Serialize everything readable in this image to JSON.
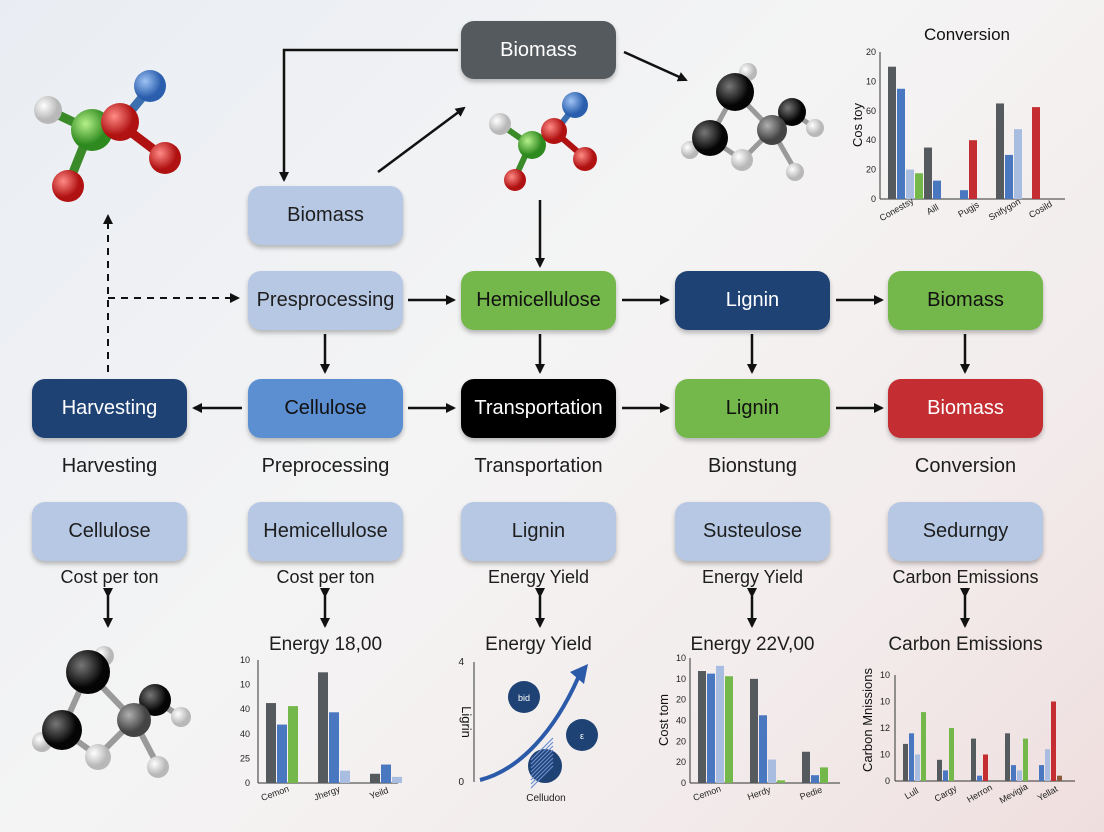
{
  "top_box": {
    "label": "Biomass",
    "color": "#555a5e"
  },
  "row1": [
    {
      "label": "Biomass",
      "color": "#b7c8e4"
    }
  ],
  "row2": [
    {
      "label": "Presprocessing",
      "color": "#b7c8e4"
    },
    {
      "label": "Hemicellulose",
      "color": "#74b74a"
    },
    {
      "label": "Lignin",
      "color": "#1f4275"
    },
    {
      "label": "Biomass",
      "color": "#74b74a"
    }
  ],
  "row3": [
    {
      "label": "Harvesting",
      "color": "#1f4275"
    },
    {
      "label": "Cellulose",
      "color": "#5b8fd2"
    },
    {
      "label": "Transportation",
      "color": "#000000"
    },
    {
      "label": "Lignin",
      "color": "#74b74a"
    },
    {
      "label": "Biomass",
      "color": "#c42d31"
    }
  ],
  "stage_labels": [
    "Harvesting",
    "Preprocessing",
    "Transportation",
    "Bionstung",
    "Conversion"
  ],
  "row4": [
    "Cellulose",
    "Hemicellulose",
    "Lignin",
    "Susteulose",
    "Sedurngy"
  ],
  "metric_labels": [
    "Cost per ton",
    "Cost per ton",
    "Energy Yield",
    "Energy Yield",
    "Carbon Emissions"
  ],
  "chart_titles": [
    "Energy 18,00",
    "Energy Yield",
    "Energy 22V,00",
    "Carbon Emissions"
  ],
  "chart_data": [
    {
      "type": "bar",
      "title": "Conversion",
      "ylabel": "Cos toy",
      "y_ticks": [
        "20",
        "10",
        "60",
        "40",
        "20",
        "0"
      ],
      "categories": [
        "Conestsy",
        "Aill",
        "Pugjs",
        "Snifygon",
        "Cosild"
      ],
      "series": [
        {
          "color": "#555a5e",
          "values": [
            18,
            7,
            0,
            13,
            0
          ]
        },
        {
          "color": "#4a78c0",
          "values": [
            15,
            2.5,
            1.2,
            6,
            0
          ]
        },
        {
          "color": "#a9bde0",
          "values": [
            4,
            0,
            0,
            9.5,
            0
          ]
        },
        {
          "color": "#74b74a",
          "values": [
            3.5,
            0,
            0,
            0,
            0
          ]
        },
        {
          "color": "#c42d31",
          "values": [
            0,
            0,
            8,
            0,
            12.5
          ]
        }
      ]
    },
    {
      "type": "bar",
      "title": "Energy 18,00",
      "y_ticks": [
        "10",
        "10",
        "40",
        "40",
        "25",
        "0"
      ],
      "categories": [
        "Cemon",
        "Jhergy",
        "Yeild"
      ],
      "series": [
        {
          "color": "#555a5e",
          "values": [
            13,
            18,
            1.5
          ]
        },
        {
          "color": "#4a78c0",
          "values": [
            9.5,
            11.5,
            3
          ]
        },
        {
          "color": "#74b74a",
          "values": [
            12.5,
            0,
            0
          ]
        },
        {
          "color": "#a9bde0",
          "values": [
            0,
            2,
            1
          ]
        }
      ]
    },
    {
      "type": "scatter",
      "title": "Energy Yield",
      "ylabel": "Ligrin",
      "y_ticks": [
        "4",
        "0"
      ],
      "xlabel": "Celludon",
      "bubbles": [
        {
          "label": "bid",
          "color": "#1f4275"
        },
        {
          "label": "ε",
          "color": "#1f4275"
        },
        {
          "label": "",
          "color": "#1f4275"
        }
      ]
    },
    {
      "type": "bar",
      "title": "Energy 22V,00",
      "ylabel": "Cost tom",
      "y_ticks": [
        "10",
        "10",
        "20",
        "40",
        "20",
        "20",
        "0"
      ],
      "categories": [
        "Cemon",
        "Herdy",
        "Pedie"
      ],
      "series": [
        {
          "color": "#555a5e",
          "values": [
            21.5,
            20,
            6
          ]
        },
        {
          "color": "#4a78c0",
          "values": [
            21,
            13,
            1.5
          ]
        },
        {
          "color": "#a9bde0",
          "values": [
            22.5,
            4.5,
            0
          ]
        },
        {
          "color": "#74b74a",
          "values": [
            20.5,
            0.5,
            3
          ]
        }
      ]
    },
    {
      "type": "bar",
      "title": "Carbon Emissions",
      "ylabel": "Carbon Mnissions",
      "y_ticks": [
        "10",
        "10",
        "12",
        "10",
        "0"
      ],
      "categories": [
        "Lull",
        "Cargy",
        "Herron",
        "Mevigia",
        "Yellat"
      ],
      "series": [
        {
          "color": "#555a5e",
          "values": [
            3.5,
            2,
            4,
            4.5,
            0
          ]
        },
        {
          "color": "#4a78c0",
          "values": [
            4.5,
            1,
            0.5,
            1.5,
            1.5
          ]
        },
        {
          "color": "#a9bde0",
          "values": [
            2.5,
            0,
            0,
            1,
            3
          ]
        },
        {
          "color": "#74b74a",
          "values": [
            6.5,
            5,
            0,
            4,
            0
          ]
        },
        {
          "color": "#c42d31",
          "values": [
            0,
            0,
            2.5,
            0,
            7.5
          ]
        },
        {
          "color": "#8a5a3a",
          "values": [
            0,
            0,
            0,
            0,
            0.5
          ]
        }
      ]
    }
  ]
}
